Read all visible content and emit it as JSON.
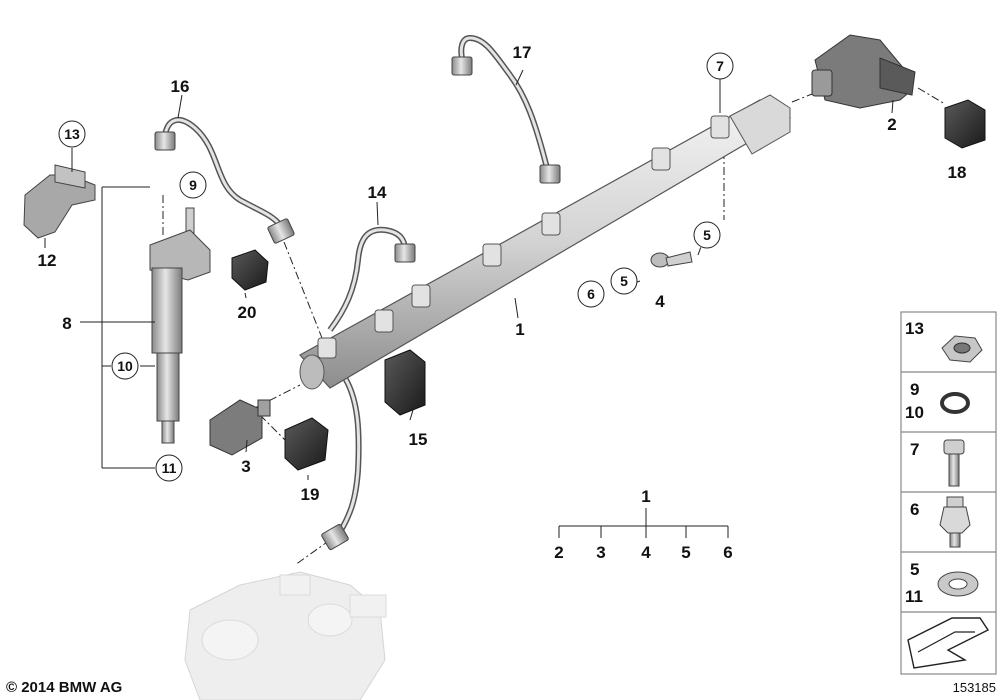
{
  "callouts": {
    "c1": "1",
    "c2": "2",
    "c3": "3",
    "c4": "4",
    "c5a": "5",
    "c5b": "5",
    "c6": "6",
    "c7": "7",
    "c8": "8",
    "c9": "9",
    "c10": "10",
    "c11": "11",
    "c12": "12",
    "c13": "13",
    "c14": "14",
    "c15": "15",
    "c16": "16",
    "c17": "17",
    "c18": "18",
    "c19": "19",
    "c20": "20"
  },
  "tree": {
    "root": "1",
    "children": [
      "2",
      "3",
      "4",
      "5",
      "6"
    ]
  },
  "side_panel": {
    "cells": [
      {
        "labels": [
          "13"
        ]
      },
      {
        "labels": [
          "9",
          "10"
        ]
      },
      {
        "labels": [
          "7"
        ]
      },
      {
        "labels": [
          "6"
        ]
      },
      {
        "labels": [
          "5",
          "11"
        ]
      }
    ]
  },
  "footer": {
    "copyright": "© 2014 BMW AG",
    "diagram_number": "153185"
  }
}
